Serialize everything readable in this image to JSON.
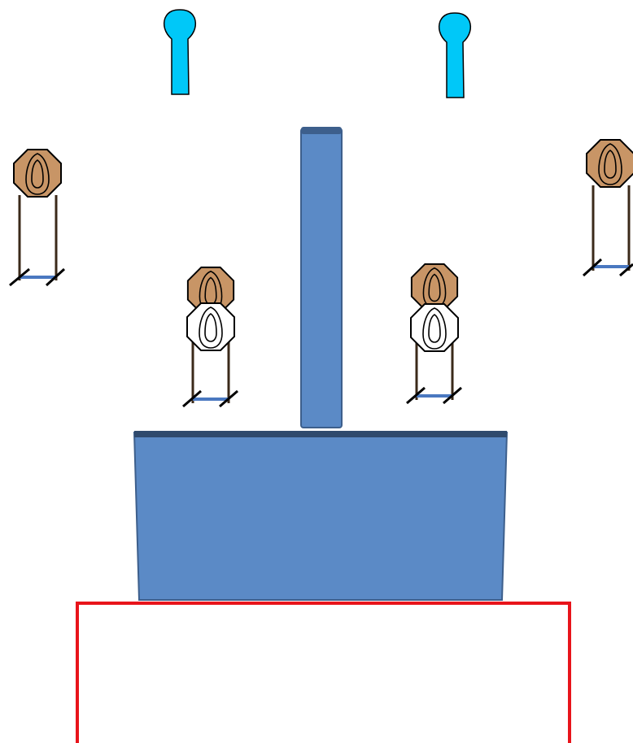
{
  "diagram": {
    "description_colors": {
      "background": "#ffffff",
      "barrier_fill": "#5b8ac6",
      "barrier_stroke": "#3d5f8c",
      "barrier_top_stroke": "#2f4a6d",
      "shooting_box": "#e8141b",
      "steel_target_fill": "#c89566",
      "steel_target_stroke": "#000000",
      "paper_target_fill": "#ffffff",
      "stand_leg": "#3b2a1a",
      "stand_base": "#4a78c0",
      "no_shoot_popper": "#00c8f8"
    },
    "elements": {
      "steel_targets": 4,
      "paper_targets": 2,
      "no_shoot_poppers": 2,
      "barriers": 2,
      "shooting_box": 1
    }
  }
}
